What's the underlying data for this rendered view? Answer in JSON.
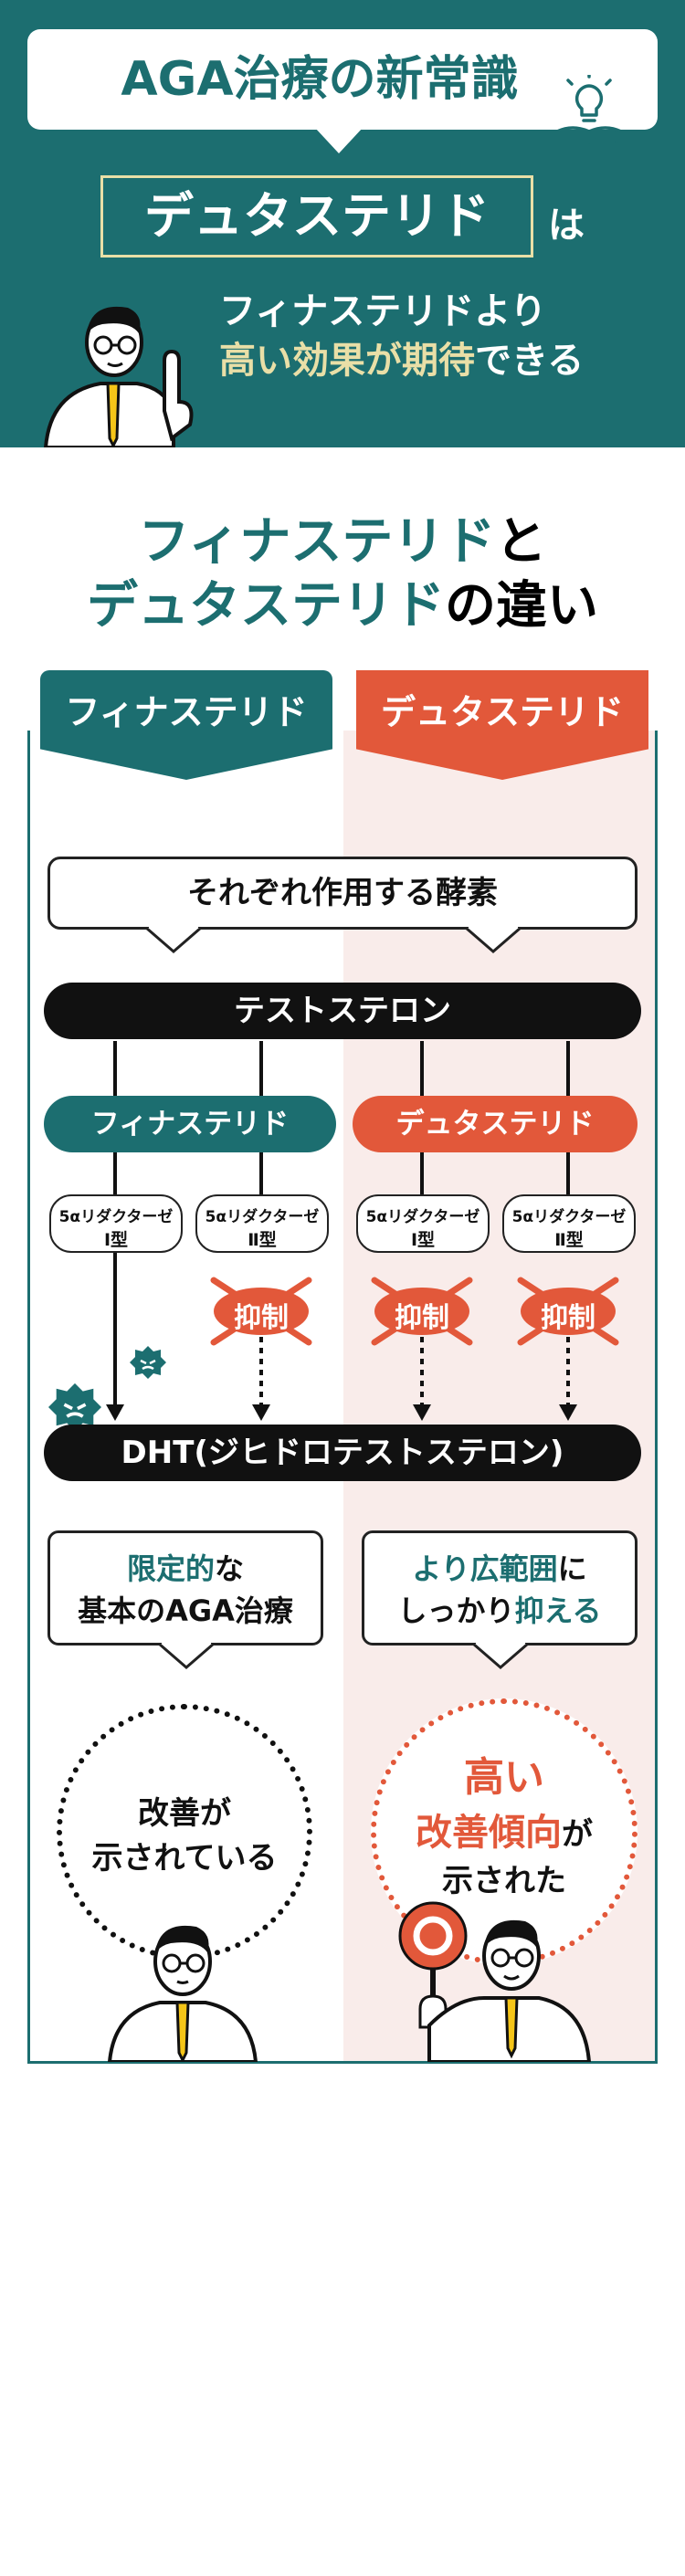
{
  "header": {
    "title": "AGA治療の新常識",
    "drug": "デュタステリド",
    "particle": "は",
    "line1": "フィナステリドより",
    "line2_highlight": "高い効果が期待",
    "line2_rest": "できる"
  },
  "section": {
    "heading_line1_a": "フィナステリド",
    "heading_line1_b": "と",
    "heading_line2_a": "デュタステリド",
    "heading_line2_b": "の違い"
  },
  "comparison": {
    "left_label": "フィナステリド",
    "right_label": "デュタステリド",
    "enzyme_caption": "それぞれ作用する酵素",
    "testosterone": "テストステロン",
    "left_pill": "フィナステリド",
    "right_pill": "デュタステリド",
    "enzyme_name": "5αリダクターゼ",
    "type1": "Ⅰ型",
    "type2": "Ⅱ型",
    "inhibit": "抑制",
    "dht": "DHT(ジヒドロテストステロン)",
    "left_result_1a": "限定的",
    "left_result_1b": "な",
    "left_result_2": "基本のAGA治療",
    "right_result_1a": "より広範囲",
    "right_result_1b": "に",
    "right_result_2a": "しっかり",
    "right_result_2b": "抑える",
    "left_effect_1": "改善が",
    "left_effect_2": "示されている",
    "right_effect_1": "高い",
    "right_effect_2a": "改善傾向",
    "right_effect_2b": "が",
    "right_effect_3": "示された"
  },
  "colors": {
    "teal": "#1c6e70",
    "red": "#e2583a",
    "cream": "#e9dfa7",
    "pink_bg": "#f9ecea"
  }
}
